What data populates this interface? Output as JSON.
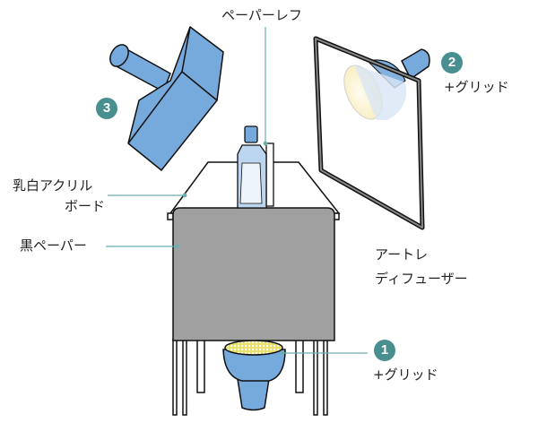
{
  "colors": {
    "accent": "#4a8f8f",
    "light_blue": "#77aadc",
    "paper_gray": "#a0a0a0",
    "leader": "#6aaeb0"
  },
  "labels": {
    "paper_reflector": "ペーパーレフ",
    "acrylic_line1": "乳白アクリル",
    "acrylic_line2": "ボード",
    "black_paper": "黒ペーパー",
    "diffuser_line1": "アートレ",
    "diffuser_line2": "ディフューザー"
  },
  "lights": [
    {
      "number": "1",
      "note": "+グリッド"
    },
    {
      "number": "2",
      "note": "+グリッド"
    },
    {
      "number": "3"
    }
  ]
}
